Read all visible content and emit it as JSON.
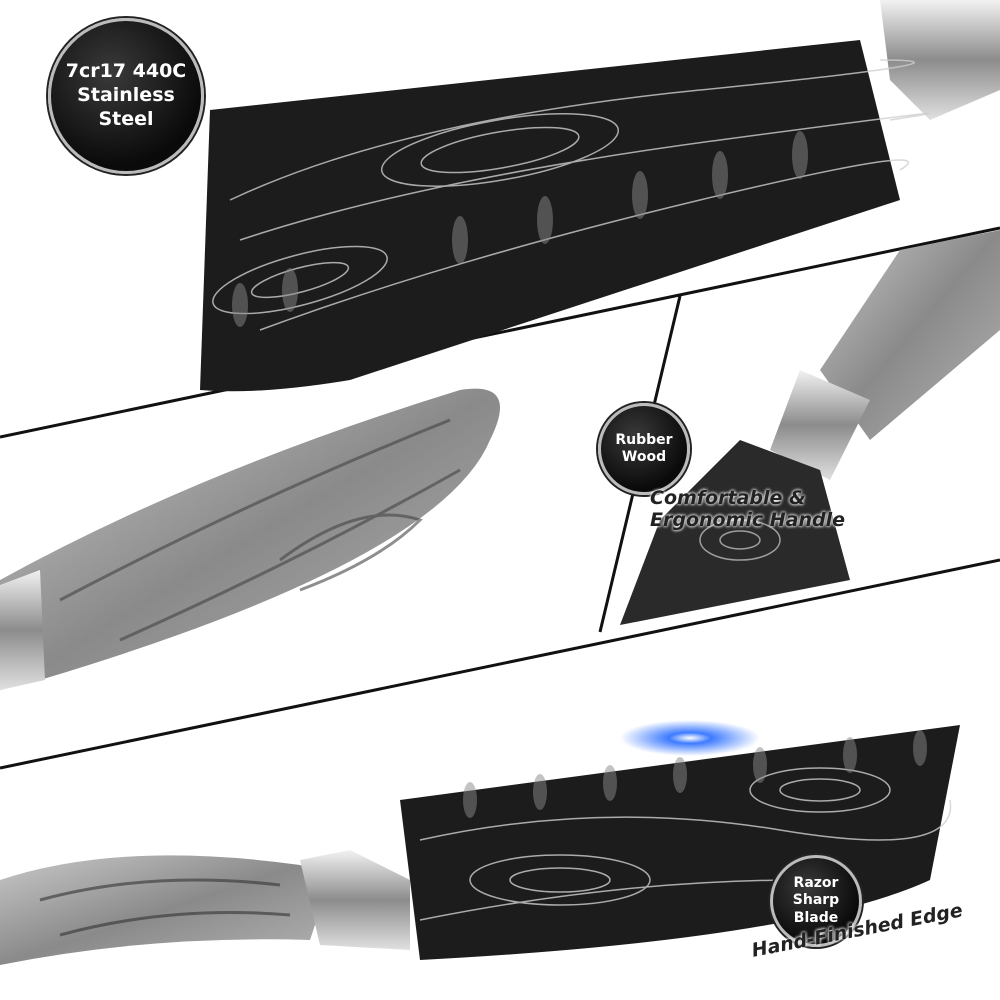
{
  "badges": {
    "steel": {
      "line1": "7cr17 440C",
      "line2": "Stainless",
      "line3": "Steel"
    },
    "wood": {
      "line1": "Rubber",
      "line2": "Wood"
    },
    "blade": {
      "line1": "Razor",
      "line2": "Sharp",
      "line3": "Blade"
    }
  },
  "captions": {
    "handle_line1": "Comfortable &",
    "handle_line2": "Ergonomic Handle",
    "edge": "Hand-Finished Edge"
  },
  "colors": {
    "blade": "#1c1c1c",
    "damascus_lines": "#cfcfcf",
    "wood": "#9a9a9a",
    "edge_glow": "#3d7bff"
  }
}
